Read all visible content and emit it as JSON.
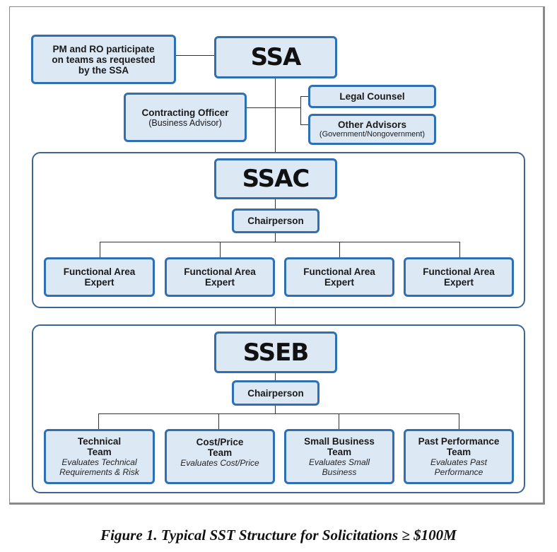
{
  "diagram": {
    "top": {
      "ssa": "SSA",
      "pm_ro_note": [
        "PM and RO participate",
        "on teams as requested",
        "by the SSA"
      ],
      "contracting_officer": {
        "title": "Contracting Officer",
        "subtitle": "(Business Advisor)"
      },
      "legal_counsel": "Legal Counsel",
      "other_advisors": {
        "title": "Other Advisors",
        "subtitle": "(Government/Nongovernment)"
      }
    },
    "ssac": {
      "title": "SSAC",
      "chairperson": "Chairperson",
      "members": [
        {
          "line1": "Functional Area",
          "line2": "Expert"
        },
        {
          "line1": "Functional Area",
          "line2": "Expert"
        },
        {
          "line1": "Functional Area",
          "line2": "Expert"
        },
        {
          "line1": "Functional Area",
          "line2": "Expert"
        }
      ]
    },
    "sseb": {
      "title": "SSEB",
      "chairperson": "Chairperson",
      "teams": [
        {
          "line1": "Technical",
          "line2": "Team",
          "desc1": "Evaluates Technical",
          "desc2": "Requirements & Risk"
        },
        {
          "line1": "Cost/Price",
          "line2": "Team",
          "desc1": "Evaluates Cost/Price",
          "desc2": ""
        },
        {
          "line1": "Small Business",
          "line2": "Team",
          "desc1": "Evaluates Small",
          "desc2": "Business"
        },
        {
          "line1": "Past Performance",
          "line2": "Team",
          "desc1": "Evaluates Past",
          "desc2": "Performance"
        }
      ]
    }
  },
  "caption": "Figure 1.  Typical SST Structure for Solicitations ≥ $100M",
  "colors": {
    "box_fill": "#dde8f5",
    "box_border": "#2f6fb3",
    "region_border": "#3d6593"
  }
}
